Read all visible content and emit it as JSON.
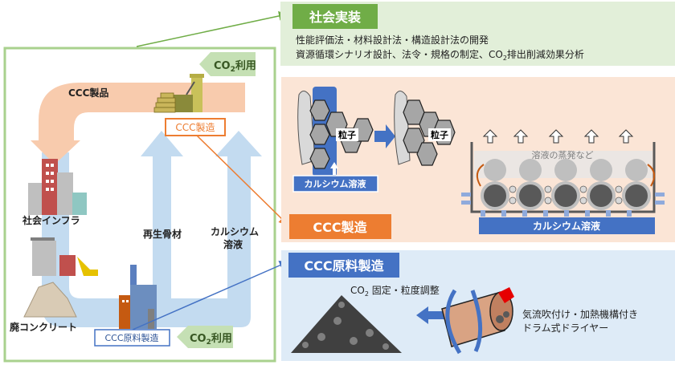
{
  "cycle": {
    "product_label": "CCC製品",
    "infrastructure_label": "社会インフラ",
    "waste_concrete_label": "廃コンクリート",
    "recycled_aggregate_label": "再生骨材",
    "calcium_solution_label_1": "カルシウム",
    "calcium_solution_label_2": "溶液",
    "co2_use_top": {
      "prefix": "CO",
      "sub": "2",
      "suffix": "利用"
    },
    "co2_use_bottom": {
      "prefix": "CO",
      "sub": "2",
      "suffix": "利用"
    },
    "ccc_manufacturing_box": "CCC製造",
    "ccc_raw_material_box": "CCC原料製造"
  },
  "social_implementation": {
    "title": "社会実装",
    "line1": "性能評価法・材料設計法・構造設計法の開発",
    "line2_prefix": "資源循環シナリオ設計、法令・規格の制定、CO",
    "line2_sub": "2",
    "line2_suffix": "排出削減効果分析"
  },
  "ccc_manufacturing": {
    "title": "CCC製造",
    "particle_label_1": "粒子",
    "particle_label_2": "粒子",
    "calcium_solution_small": "カルシウム溶液",
    "evaporation_label": "溶液の蒸発など",
    "calcium_solution_bar": "カルシウム溶液"
  },
  "ccc_raw_material": {
    "title": "CCC原料製造",
    "co2_fix_prefix": "CO",
    "co2_fix_sub": "2",
    "co2_fix_suffix": " 固定・粒度調整",
    "dryer_line1": "気流吹付け・加熱機構付き",
    "dryer_line2": "ドラム式ドライヤー"
  },
  "colors": {
    "green": "#70ad47",
    "green_panel": "#e2efd9",
    "orange": "#ed7d31",
    "orange_panel": "#fbe5d6",
    "blue": "#4472c4",
    "blue_panel": "#deebf7",
    "salmon_arrow": "#f4b183",
    "light_blue_arrow": "#bdd7ee"
  }
}
